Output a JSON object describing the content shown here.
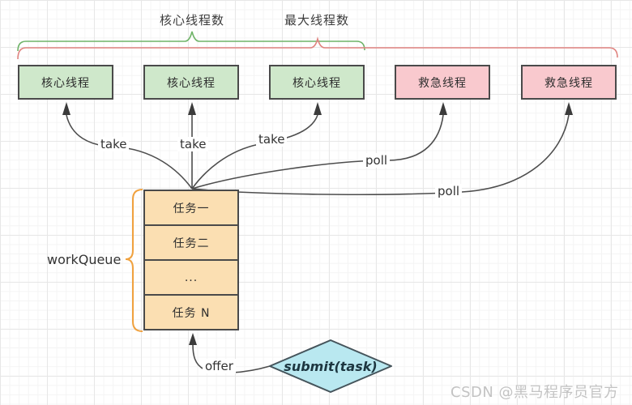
{
  "labels": {
    "core_thread_count": "核心线程数",
    "max_thread_count": "最大线程数",
    "work_queue": "workQueue"
  },
  "thread_boxes": [
    {
      "label": "核心线程",
      "type": "core"
    },
    {
      "label": "核心线程",
      "type": "core"
    },
    {
      "label": "核心线程",
      "type": "core"
    },
    {
      "label": "救急线程",
      "type": "rescue"
    },
    {
      "label": "救急线程",
      "type": "rescue"
    }
  ],
  "queue_cells": [
    "任务一",
    "任务二",
    "...",
    "任务 N"
  ],
  "edge_labels": {
    "take_1": "take",
    "take_2": "take",
    "take_3": "take",
    "poll_1": "poll",
    "poll_2": "poll",
    "offer": "offer"
  },
  "submit_node": {
    "label": "submit(task)"
  },
  "watermark": "CSDN @黑马程序员官方",
  "colors": {
    "core_box_fill": "#cfe8cb",
    "rescue_box_fill": "#f9c9ce",
    "queue_fill": "#fbdfb2",
    "submit_fill": "#b9e8f0",
    "brace_core": "#6fb368",
    "brace_max": "#e08480",
    "brace_queue": "#f0a13e",
    "edge_stroke": "#4d4d4d"
  }
}
